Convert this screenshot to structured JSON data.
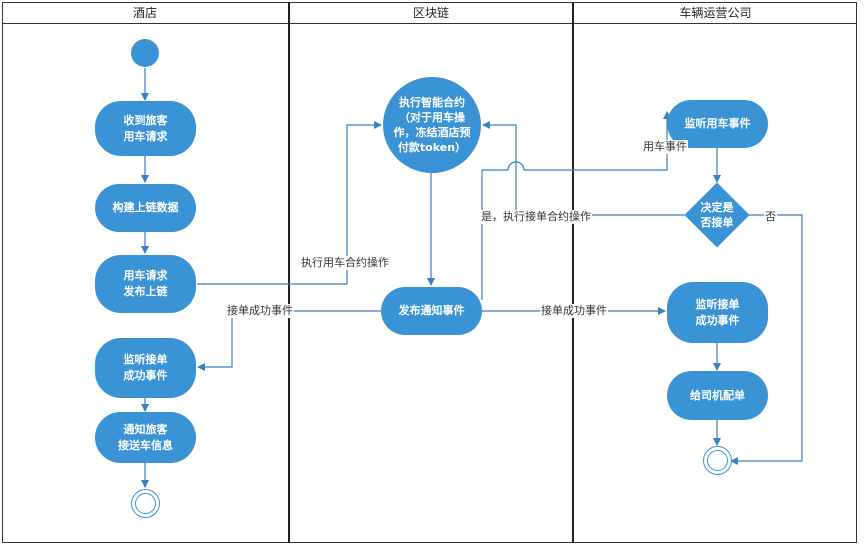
{
  "lanes": {
    "hotel": "酒店",
    "blockchain": "区块链",
    "operator": "车辆运营公司"
  },
  "nodes": {
    "receive_request": "收到旅客\n用车请求",
    "build_data": "构建上链数据",
    "publish_request": "用车请求\n发布上链",
    "listen_accept_hotel": "监听接单\n成功事件",
    "notify_passenger": "通知旅客\n接送车信息",
    "execute_contract": "执行智能合约\n（对于用车操\n作，冻结酒店预\n付款token）",
    "publish_notice": "发布通知事件",
    "listen_car_event": "监听用车事件",
    "decide_accept": "决定是\n否接单",
    "listen_accept_operator": "监听接单\n成功事件",
    "assign_driver": "给司机配单"
  },
  "edge_labels": {
    "exec_car_contract": "执行用车合约操作",
    "accept_success_left": "接单成功事件",
    "accept_success_right": "接单成功事件",
    "car_event": "用车事件",
    "yes_exec_accept": "是，执行接单合约操作",
    "no": "否"
  },
  "colors": {
    "node_fill": "#3a93d5",
    "edge": "#3a7fc0"
  }
}
